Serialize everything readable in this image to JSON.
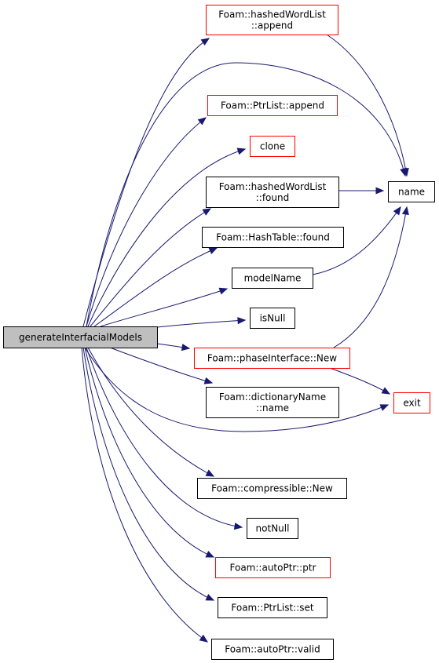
{
  "diagram": {
    "type": "call-graph",
    "colors": {
      "edge": "#191970",
      "node_border_default": "#000000",
      "node_border_incomplete": "#ff0000",
      "root_fill": "#bfbfbf",
      "node_fill": "#ffffff"
    },
    "nodes": [
      {
        "id": "root",
        "lines": [
          "generateInterfacialModels"
        ],
        "style": "root"
      },
      {
        "id": "hwl-append",
        "lines": [
          "Foam::hashedWordList",
          "::append"
        ],
        "style": "incomplete"
      },
      {
        "id": "ptrlist-append",
        "lines": [
          "Foam::PtrList::append"
        ],
        "style": "incomplete"
      },
      {
        "id": "clone",
        "lines": [
          "clone"
        ],
        "style": "incomplete"
      },
      {
        "id": "hwl-found",
        "lines": [
          "Foam::hashedWordList",
          "::found"
        ],
        "style": "default"
      },
      {
        "id": "hashtable-found",
        "lines": [
          "Foam::HashTable::found"
        ],
        "style": "default"
      },
      {
        "id": "modelname",
        "lines": [
          "modelName"
        ],
        "style": "default"
      },
      {
        "id": "isnull",
        "lines": [
          "isNull"
        ],
        "style": "default"
      },
      {
        "id": "phaseinterface-new",
        "lines": [
          "Foam::phaseInterface::New"
        ],
        "style": "incomplete"
      },
      {
        "id": "dictname-name",
        "lines": [
          "Foam::dictionaryName",
          "::name"
        ],
        "style": "default"
      },
      {
        "id": "compressible-new",
        "lines": [
          "Foam::compressible::New"
        ],
        "style": "default"
      },
      {
        "id": "notnull",
        "lines": [
          "notNull"
        ],
        "style": "default"
      },
      {
        "id": "autoptr-ptr",
        "lines": [
          "Foam::autoPtr::ptr"
        ],
        "style": "incomplete"
      },
      {
        "id": "ptrlist-set",
        "lines": [
          "Foam::PtrList::set"
        ],
        "style": "default"
      },
      {
        "id": "autoptr-valid",
        "lines": [
          "Foam::autoPtr::valid"
        ],
        "style": "default"
      },
      {
        "id": "name",
        "lines": [
          "name"
        ],
        "style": "default"
      },
      {
        "id": "exit",
        "lines": [
          "exit"
        ],
        "style": "incomplete"
      }
    ],
    "edges": [
      {
        "from": "root",
        "to": "hwl-append"
      },
      {
        "from": "root",
        "to": "name"
      },
      {
        "from": "root",
        "to": "ptrlist-append"
      },
      {
        "from": "root",
        "to": "clone"
      },
      {
        "from": "root",
        "to": "hwl-found"
      },
      {
        "from": "root",
        "to": "hashtable-found"
      },
      {
        "from": "root",
        "to": "modelname"
      },
      {
        "from": "root",
        "to": "isnull"
      },
      {
        "from": "root",
        "to": "phaseinterface-new"
      },
      {
        "from": "root",
        "to": "dictname-name"
      },
      {
        "from": "root",
        "to": "exit"
      },
      {
        "from": "root",
        "to": "compressible-new"
      },
      {
        "from": "root",
        "to": "notnull"
      },
      {
        "from": "root",
        "to": "autoptr-ptr"
      },
      {
        "from": "root",
        "to": "ptrlist-set"
      },
      {
        "from": "root",
        "to": "autoptr-valid"
      },
      {
        "from": "hwl-append",
        "to": "name"
      },
      {
        "from": "hwl-found",
        "to": "name"
      },
      {
        "from": "modelname",
        "to": "name"
      },
      {
        "from": "phaseinterface-new",
        "to": "name"
      },
      {
        "from": "phaseinterface-new",
        "to": "exit"
      }
    ]
  }
}
